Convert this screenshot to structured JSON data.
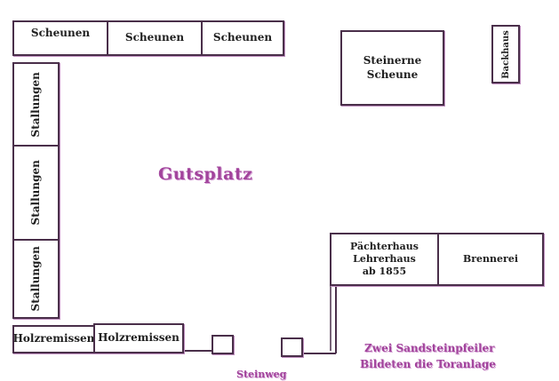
{
  "colors": {
    "outline": "#4a2f4a",
    "shadow": "#c090c0",
    "accent": "#a2449c"
  },
  "buildings": {
    "scheunen_1": "Scheunen",
    "scheunen_2": "Scheunen",
    "scheunen_3": "Scheunen",
    "steinerne_scheune_line1": "Steinerne",
    "steinerne_scheune_line2": "Scheune",
    "backhaus": "Backhaus",
    "stallungen_1": "Stallungen",
    "stallungen_2": "Stallungen",
    "stallungen_3": "Stallungen",
    "paechterhaus_line1": "Pächterhaus",
    "paechterhaus_line2": "Lehrerhaus",
    "paechterhaus_line3": "ab 1855",
    "brennerei": "Brennerei",
    "holzremissen_1": "Holzremissen",
    "holzremissen_2": "Holzremissen"
  },
  "labels": {
    "gutsplatz": "Gutsplatz",
    "steinweg": "Steinweg",
    "sandstein_line1": "Zwei Sandsteinpfeiler",
    "sandstein_line2": "Bildeten die Toranlage"
  }
}
